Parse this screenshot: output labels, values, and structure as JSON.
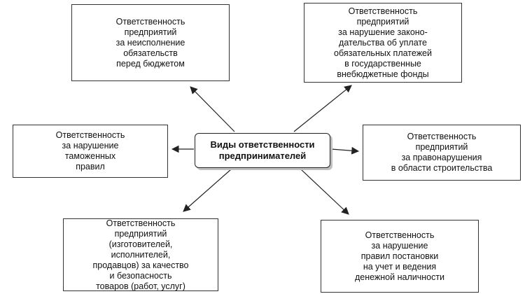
{
  "diagram": {
    "center": "Виды ответственности\nпредпринимателей",
    "boxes": {
      "top_left": "Ответственность\nпредприятий\nза неисполнение\nобязательств\nперед бюджетом",
      "top_right": "Ответственность\nпредприятий\nза нарушение законо-\nдательства об уплате\nобязательных платежей\nв государственные\nвнебюджетные фонды",
      "middle_left": "Ответственность\nза нарушение\nтаможенных\nправил",
      "middle_right": "Ответственность\nпредприятий\nза правонарушения\nв области строительства",
      "bottom_left": "Ответственность\nпредприятий\n(изготовителей,\nисполнителей,\nпродавцов) за качество\nи безопасность\nтоваров (работ, услуг)",
      "bottom_right": "Ответственность\nза нарушение\nправил постановки\nна учет и ведения\nденежной наличности"
    }
  }
}
